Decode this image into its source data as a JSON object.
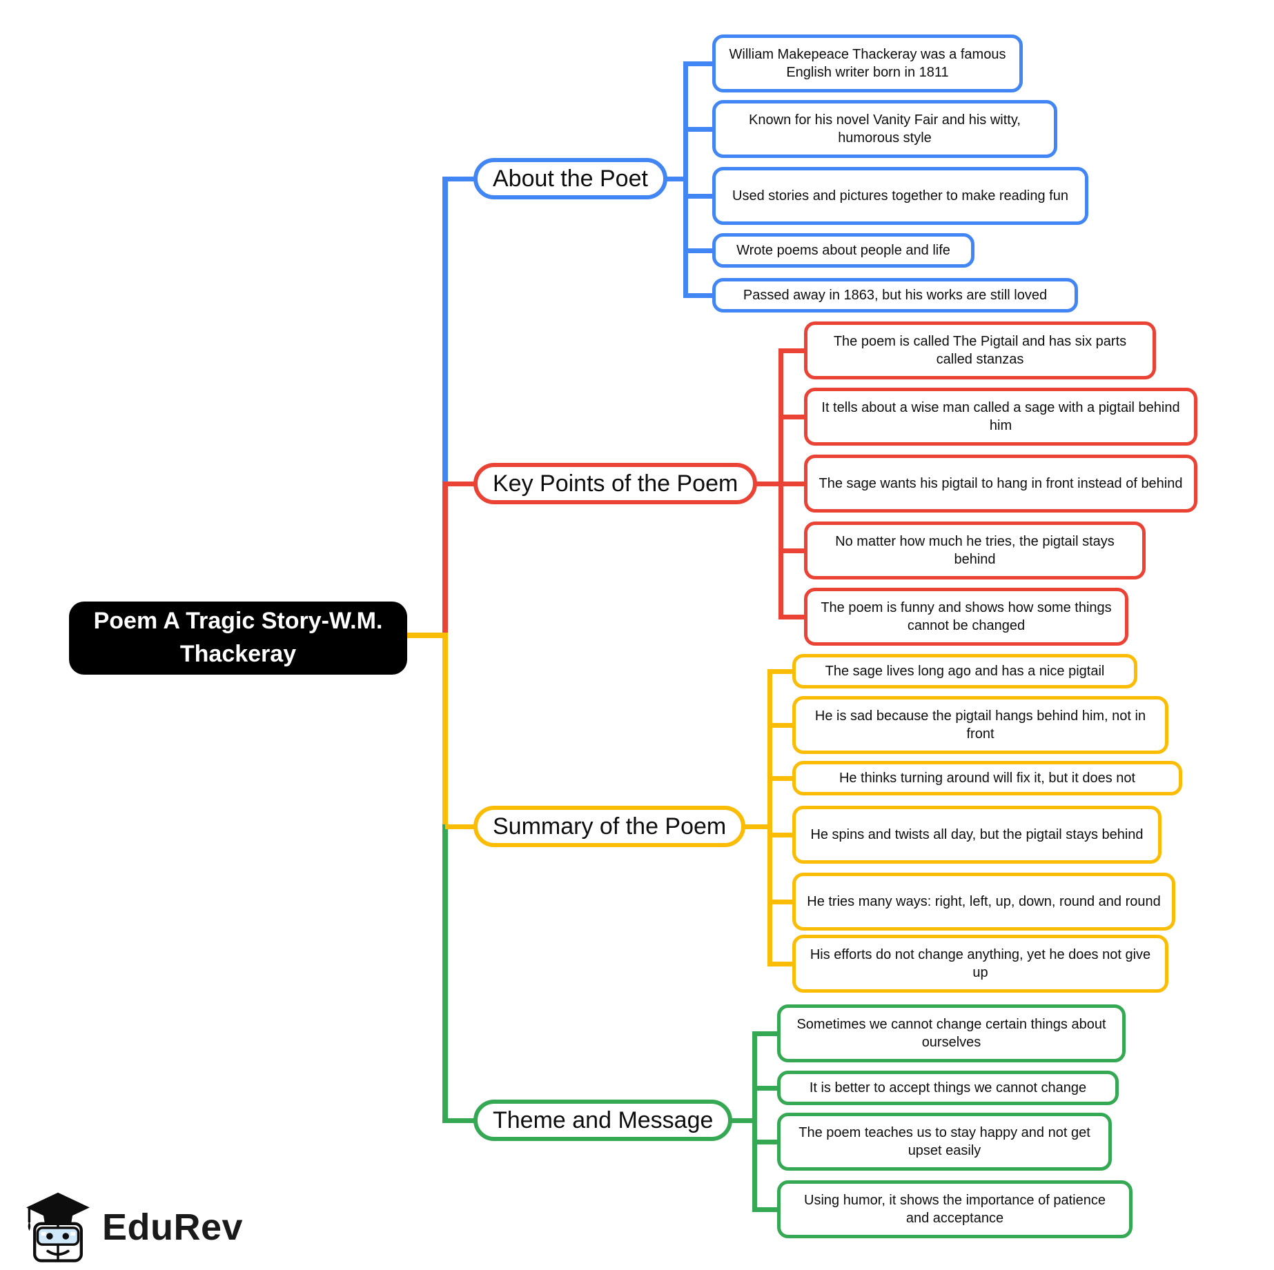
{
  "root": {
    "title": "Poem A Tragic Story-W.M. Thackeray"
  },
  "branches": [
    {
      "label": "About the Poet",
      "color": "#4285F4",
      "children": [
        "William Makepeace Thackeray was a famous English writer born in 1811",
        "Known for his novel Vanity Fair and his witty, humorous style",
        "Used stories and pictures together to make reading fun",
        "Wrote poems about people and life",
        "Passed away in 1863, but his works are still loved"
      ]
    },
    {
      "label": "Key Points of the Poem",
      "color": "#EA4335",
      "children": [
        "The poem is called The Pigtail and has six parts called stanzas",
        "It tells about a wise man called a sage with a pigtail behind him",
        "The sage wants his pigtail to hang in front instead of behind",
        "No matter how much he tries, the pigtail stays behind",
        "The poem is funny and shows how some things cannot be changed"
      ]
    },
    {
      "label": "Summary of the Poem",
      "color": "#FBBC05",
      "children": [
        "The sage lives long ago and has a nice pigtail",
        "He is sad because the pigtail hangs behind him, not in front",
        "He thinks turning around will fix it, but it does not",
        "He spins and twists all day, but the pigtail stays behind",
        "He tries many ways: right, left, up, down, round and round",
        "His efforts do not change anything, yet he does not give up"
      ]
    },
    {
      "label": "Theme and Message",
      "color": "#34A853",
      "children": [
        "Sometimes we cannot change certain things about ourselves",
        "It is better to accept things we cannot change",
        "The poem teaches us to stay happy and not get upset easily",
        "Using humor, it shows the importance of patience and acceptance"
      ]
    }
  ],
  "logo": {
    "brand": "EduRev"
  }
}
